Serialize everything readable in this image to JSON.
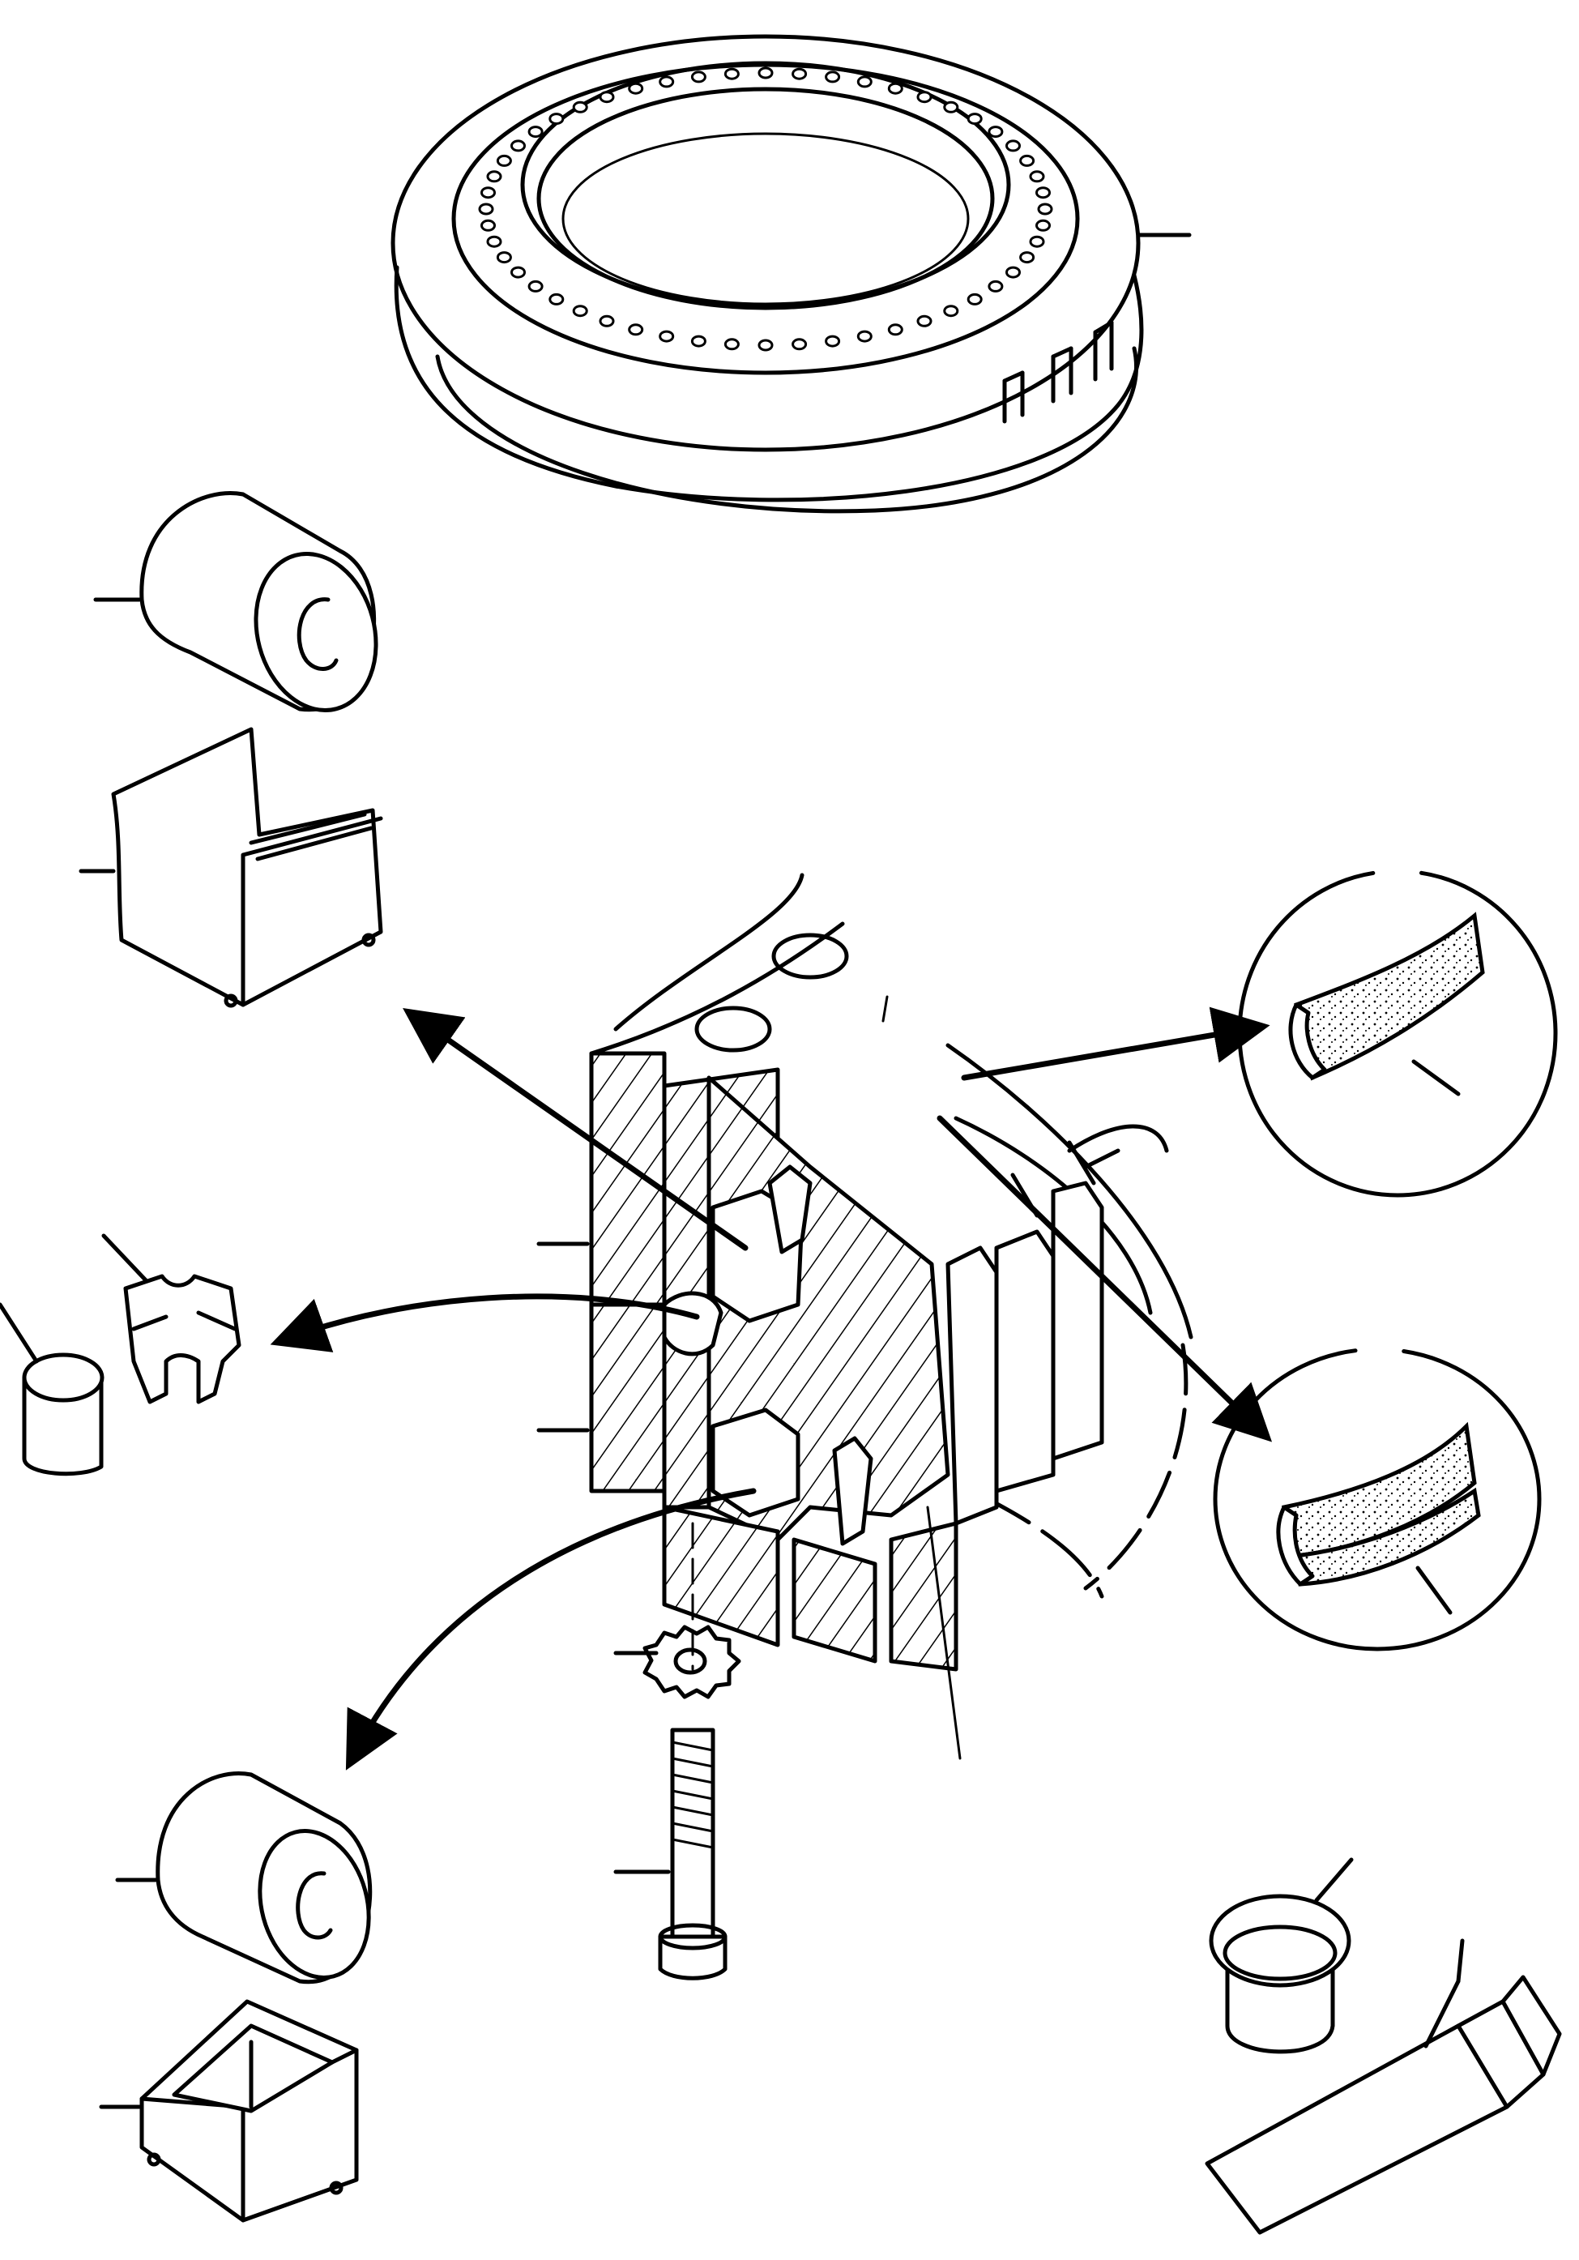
{
  "diagram": {
    "parts": [
      {
        "id": "slewing-ring",
        "icon": "slewing-ring-icon"
      },
      {
        "id": "roller-upper",
        "icon": "roller-icon"
      },
      {
        "id": "cage-spacer-upper",
        "icon": "spacer-block-icon"
      },
      {
        "id": "seal-upper",
        "icon": "seal-strip-icon"
      },
      {
        "id": "seal-lower",
        "icon": "seal-strip-icon"
      },
      {
        "id": "plug",
        "icon": "plug-icon"
      },
      {
        "id": "plug-retainer",
        "icon": "plug-retainer-icon"
      },
      {
        "id": "lock-washer",
        "icon": "lock-washer-icon"
      },
      {
        "id": "bolt",
        "icon": "bolt-icon"
      },
      {
        "id": "roller-lower",
        "icon": "roller-icon"
      },
      {
        "id": "cage-spacer-lower",
        "icon": "spacer-block-icon"
      },
      {
        "id": "grease-cap",
        "icon": "cap-icon"
      },
      {
        "id": "sealant-tube",
        "icon": "tube-icon"
      }
    ],
    "colors": {
      "line": "#000000",
      "background": "#ffffff"
    }
  }
}
